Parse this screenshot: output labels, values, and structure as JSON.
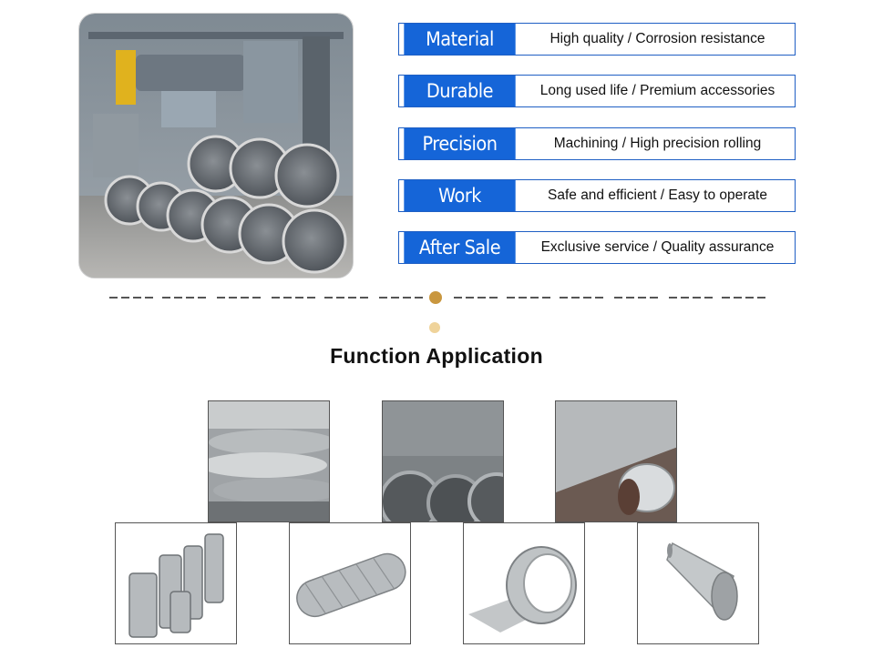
{
  "features": [
    {
      "label": "Material",
      "desc": "High quality / Corrosion resistance"
    },
    {
      "label": "Durable",
      "desc": "Long used life / Premium accessories"
    },
    {
      "label": "Precision",
      "desc": "Machining / High precision rolling"
    },
    {
      "label": "Work",
      "desc": "Safe and efficient / Easy to operate"
    },
    {
      "label": "After Sale",
      "desc": "Exclusive service / Quality assurance"
    }
  ],
  "section": {
    "title": "Function Application"
  },
  "colors": {
    "accent_blue": "#1565d8",
    "dot_gold": "#c9973f",
    "dot_light": "#efd39a"
  }
}
